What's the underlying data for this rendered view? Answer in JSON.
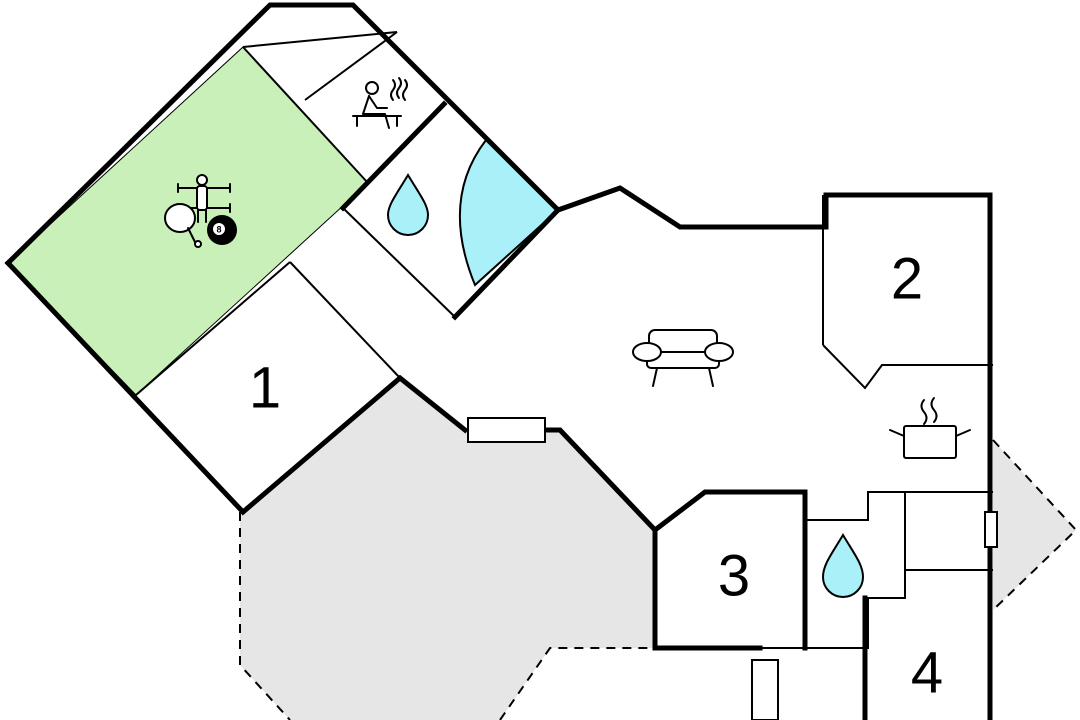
{
  "colors": {
    "wall": "#000000",
    "activity_room": "#c8f0b8",
    "terrace": "#e6e6e6",
    "water": "#aaf0f8",
    "background": "#ffffff"
  },
  "rooms": {
    "bedroom_1": "1",
    "bedroom_2": "2",
    "bedroom_3": "3",
    "bedroom_4": "4"
  },
  "icons": {
    "activity": [
      "table-football-icon",
      "table-tennis-icon",
      "billiard-ball-icon"
    ],
    "billiard_ball_number": "8",
    "sauna": "sauna-icon",
    "pool": "water-drop-icon",
    "bathroom": "water-drop-icon",
    "living": "sofa-icon",
    "kitchen": "cooking-pot-icon"
  }
}
